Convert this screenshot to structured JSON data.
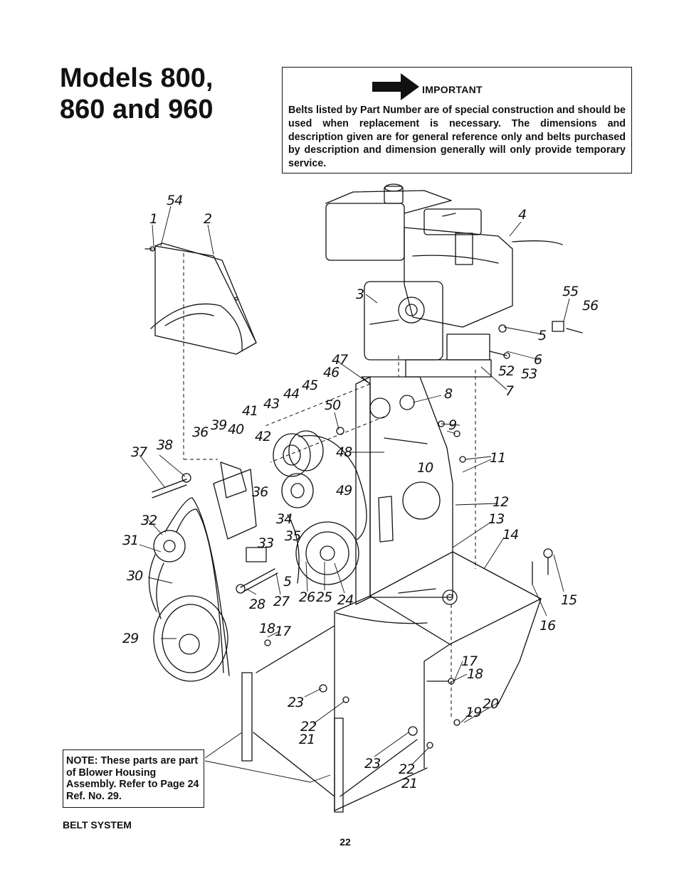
{
  "title_line1": "Models 800,",
  "title_line2": "860 and 960",
  "important": {
    "heading": "IMPORTANT",
    "text": "Belts listed by Part Number are of special construction and should be used when replacement is necessary. The dimensions and description given are for general reference only and belts purchased by description and dimension generally will only provide temporary service."
  },
  "note": "NOTE: These parts are part of Blower Housing Assembly. Refer to Page 24 Ref. No. 29.",
  "caption": "BELT SYSTEM",
  "page_number": "22",
  "callouts": [
    "54",
    "1",
    "2",
    "4",
    "3",
    "55",
    "56",
    "5",
    "6",
    "52",
    "53",
    "7",
    "47",
    "46",
    "8",
    "45",
    "44",
    "43",
    "41",
    "50",
    "39",
    "36",
    "40",
    "42",
    "9",
    "37",
    "38",
    "48",
    "11",
    "10",
    "36",
    "49",
    "12",
    "13",
    "32",
    "34",
    "31",
    "35",
    "33",
    "14",
    "30",
    "5",
    "28",
    "27",
    "26",
    "25",
    "24",
    "15",
    "16",
    "18",
    "17",
    "29",
    "17",
    "18",
    "23",
    "20",
    "19",
    "22",
    "21",
    "23",
    "22",
    "21"
  ]
}
